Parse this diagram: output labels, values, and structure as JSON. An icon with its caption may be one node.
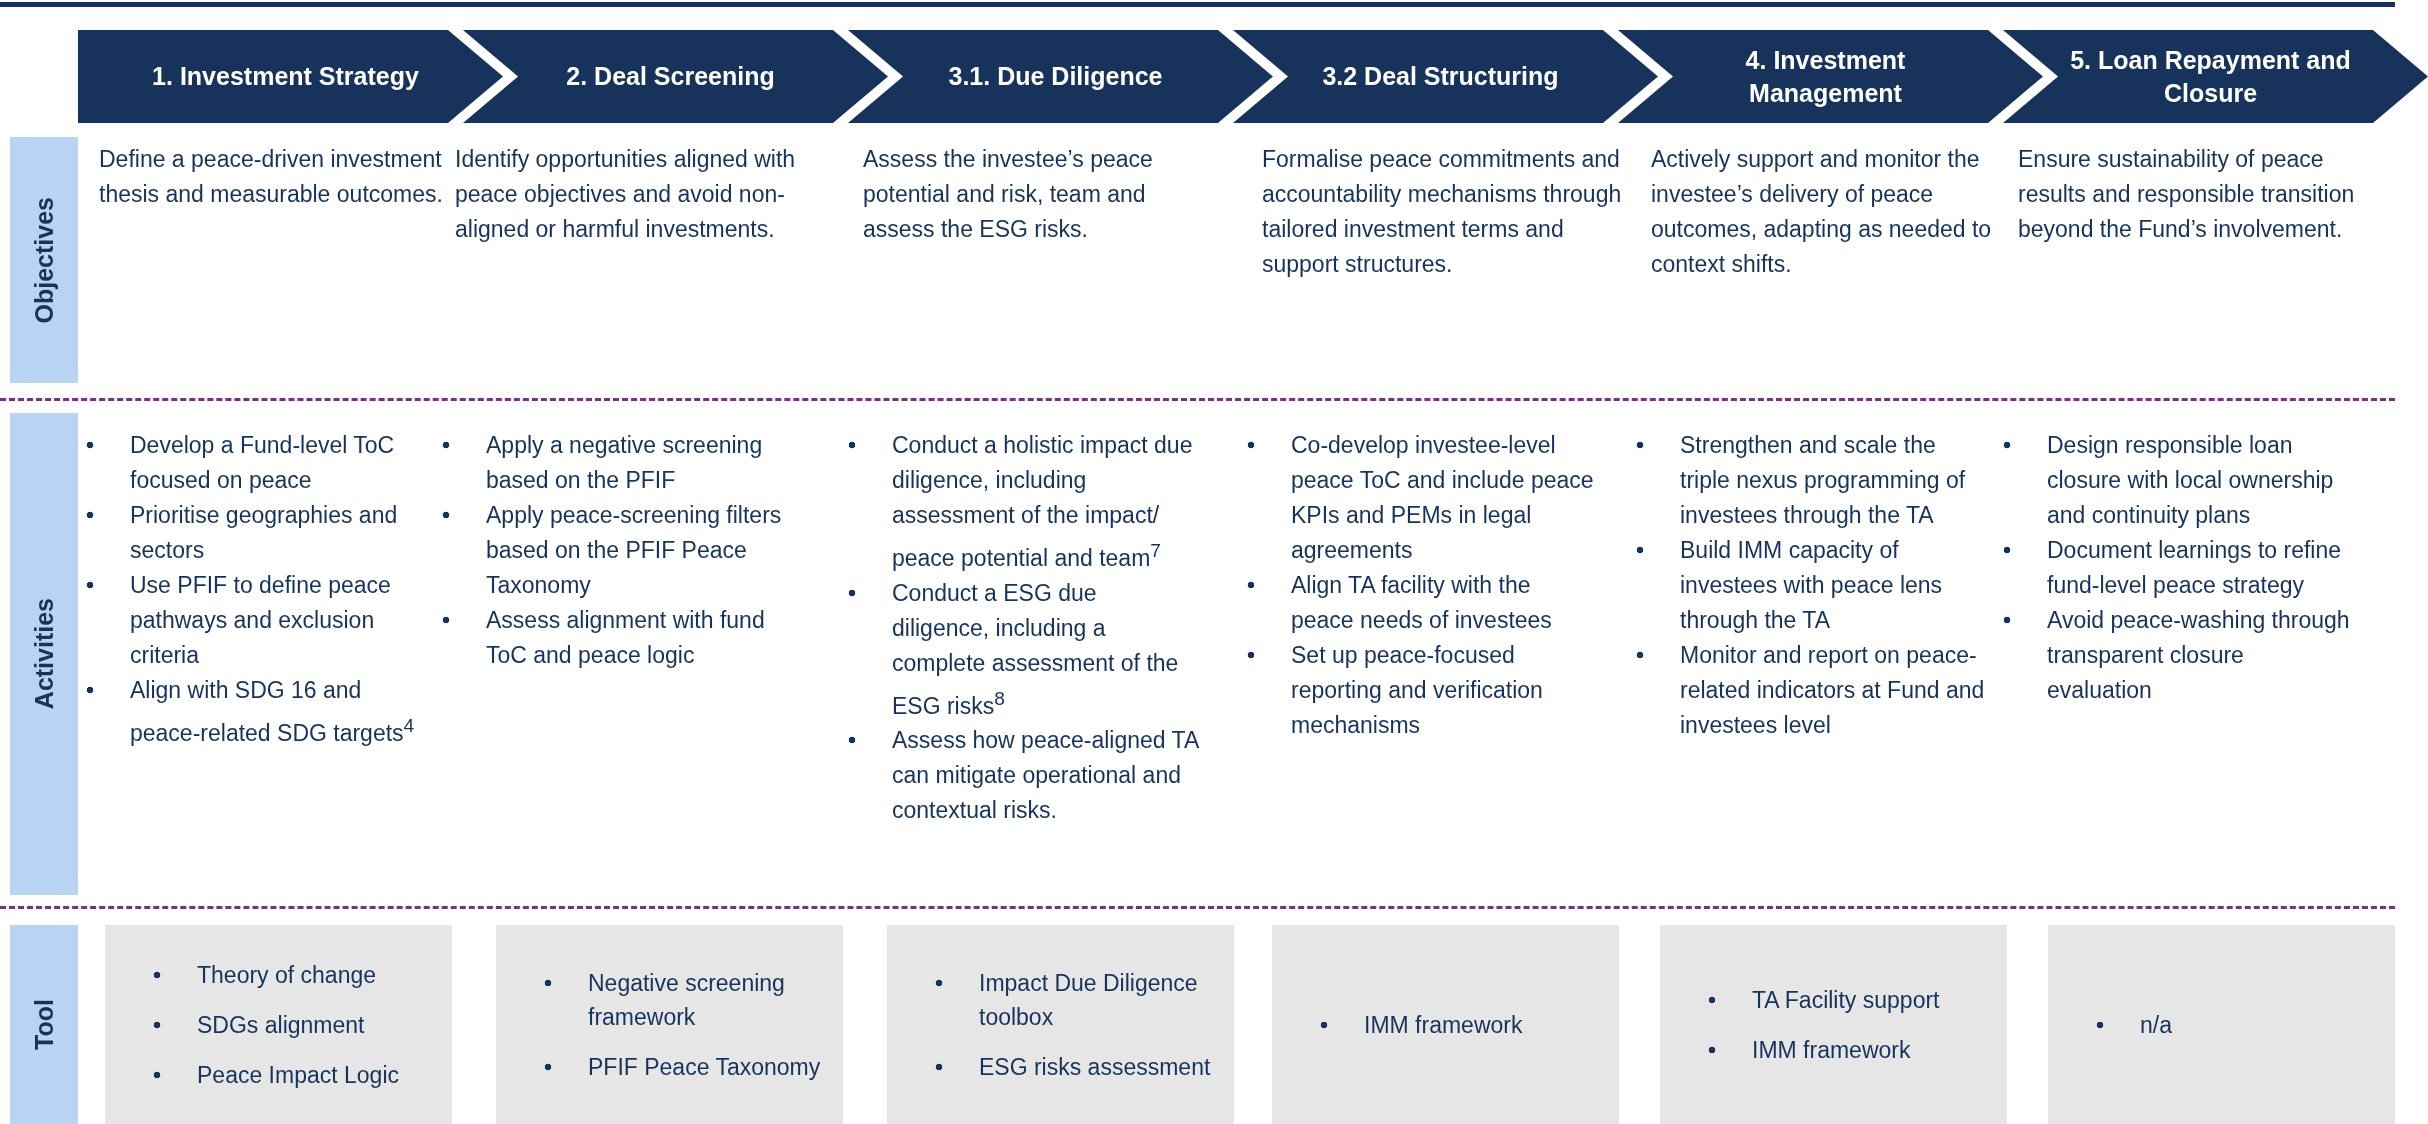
{
  "diagram": {
    "nodes": [
      {
        "text": [
          "1. Investment Strategy"
        ]
      },
      {
        "text": [
          "2.  Deal Screening"
        ]
      },
      {
        "text": [
          "3.1. Due Diligence"
        ]
      },
      {
        "text": [
          "3.2 Deal Structuring"
        ]
      },
      {
        "text": [
          "4. Investment Management"
        ]
      },
      {
        "text": [
          "5. Loan Repayment and Closure"
        ]
      },
      {
        "text": [
          "Objectives"
        ]
      },
      {
        "text": [
          "Activities"
        ]
      },
      {
        "text": [
          "Tool"
        ]
      },
      {
        "text": [
          "Theory of change",
          "SDGs alignment",
          "Peace Impact Logic"
        ]
      },
      {
        "text": [
          "Negative screening framework",
          "PFIF Peace Taxonomy"
        ]
      },
      {
        "text": [
          "Impact Due Diligence toolbox",
          "ESG risks assessment"
        ]
      },
      {
        "text": [
          "IMM framework"
        ]
      },
      {
        "text": [
          "TA Facility support",
          "IMM framework"
        ]
      },
      {
        "text": [
          "n/a"
        ]
      }
    ],
    "labels": [
      "Define a peace-driven investment thesis and measurable outcomes.",
      "Identify opportunities aligned with peace objectives and avoid non-aligned or harmful investments.",
      "Assess the investee’s peace potential and risk, team and assess the ESG risks.",
      "Formalise peace commitments and accountability mechanisms through tailored investment terms and support structures.",
      "Actively support and monitor the investee’s delivery of peace outcomes, adapting as needed to context shifts.",
      "Ensure sustainability of peace results and responsible transition beyond the Fund’s involvement.",
      "Develop a Fund-level ToC focused on peace",
      "Prioritise  geographies and sectors",
      "Use PFIF to define peace pathways and exclusion criteria",
      "Align with SDG 16 and peace-related SDG targets$^{4}$",
      "Apply a negative screening based on the PFIF",
      "Apply peace-screening filters based on the PFIF Peace Taxonomy",
      "Assess alignment with fund ToC and peace logic",
      "Conduct a holistic impact due diligence, including assessment of the impact/ peace potential and team$^{7}$",
      "Conduct a ESG due diligence, including a complete assessment of the ESG risks$^{8}$",
      "Assess how peace-aligned TA can mitigate operational and contextual risks.",
      "Co-develop investee-level peace ToC and include peace KPIs and PEMs in legal agreements",
      "Align TA facility with the peace needs of investees",
      "Set up peace-focused reporting and verification mechanisms",
      "Strengthen and scale the triple nexus programming of investees through the TA",
      "Build IMM capacity of investees with peace lens through the TA",
      "Monitor and report on peace-related indicators at Fund and investees level",
      "Design responsible loan closure with local ownership and continuity plans",
      "Document learnings to refine fund-level peace strategy",
      "Avoid peace-washing through transparent closure evaluation"
    ]
  }
}
